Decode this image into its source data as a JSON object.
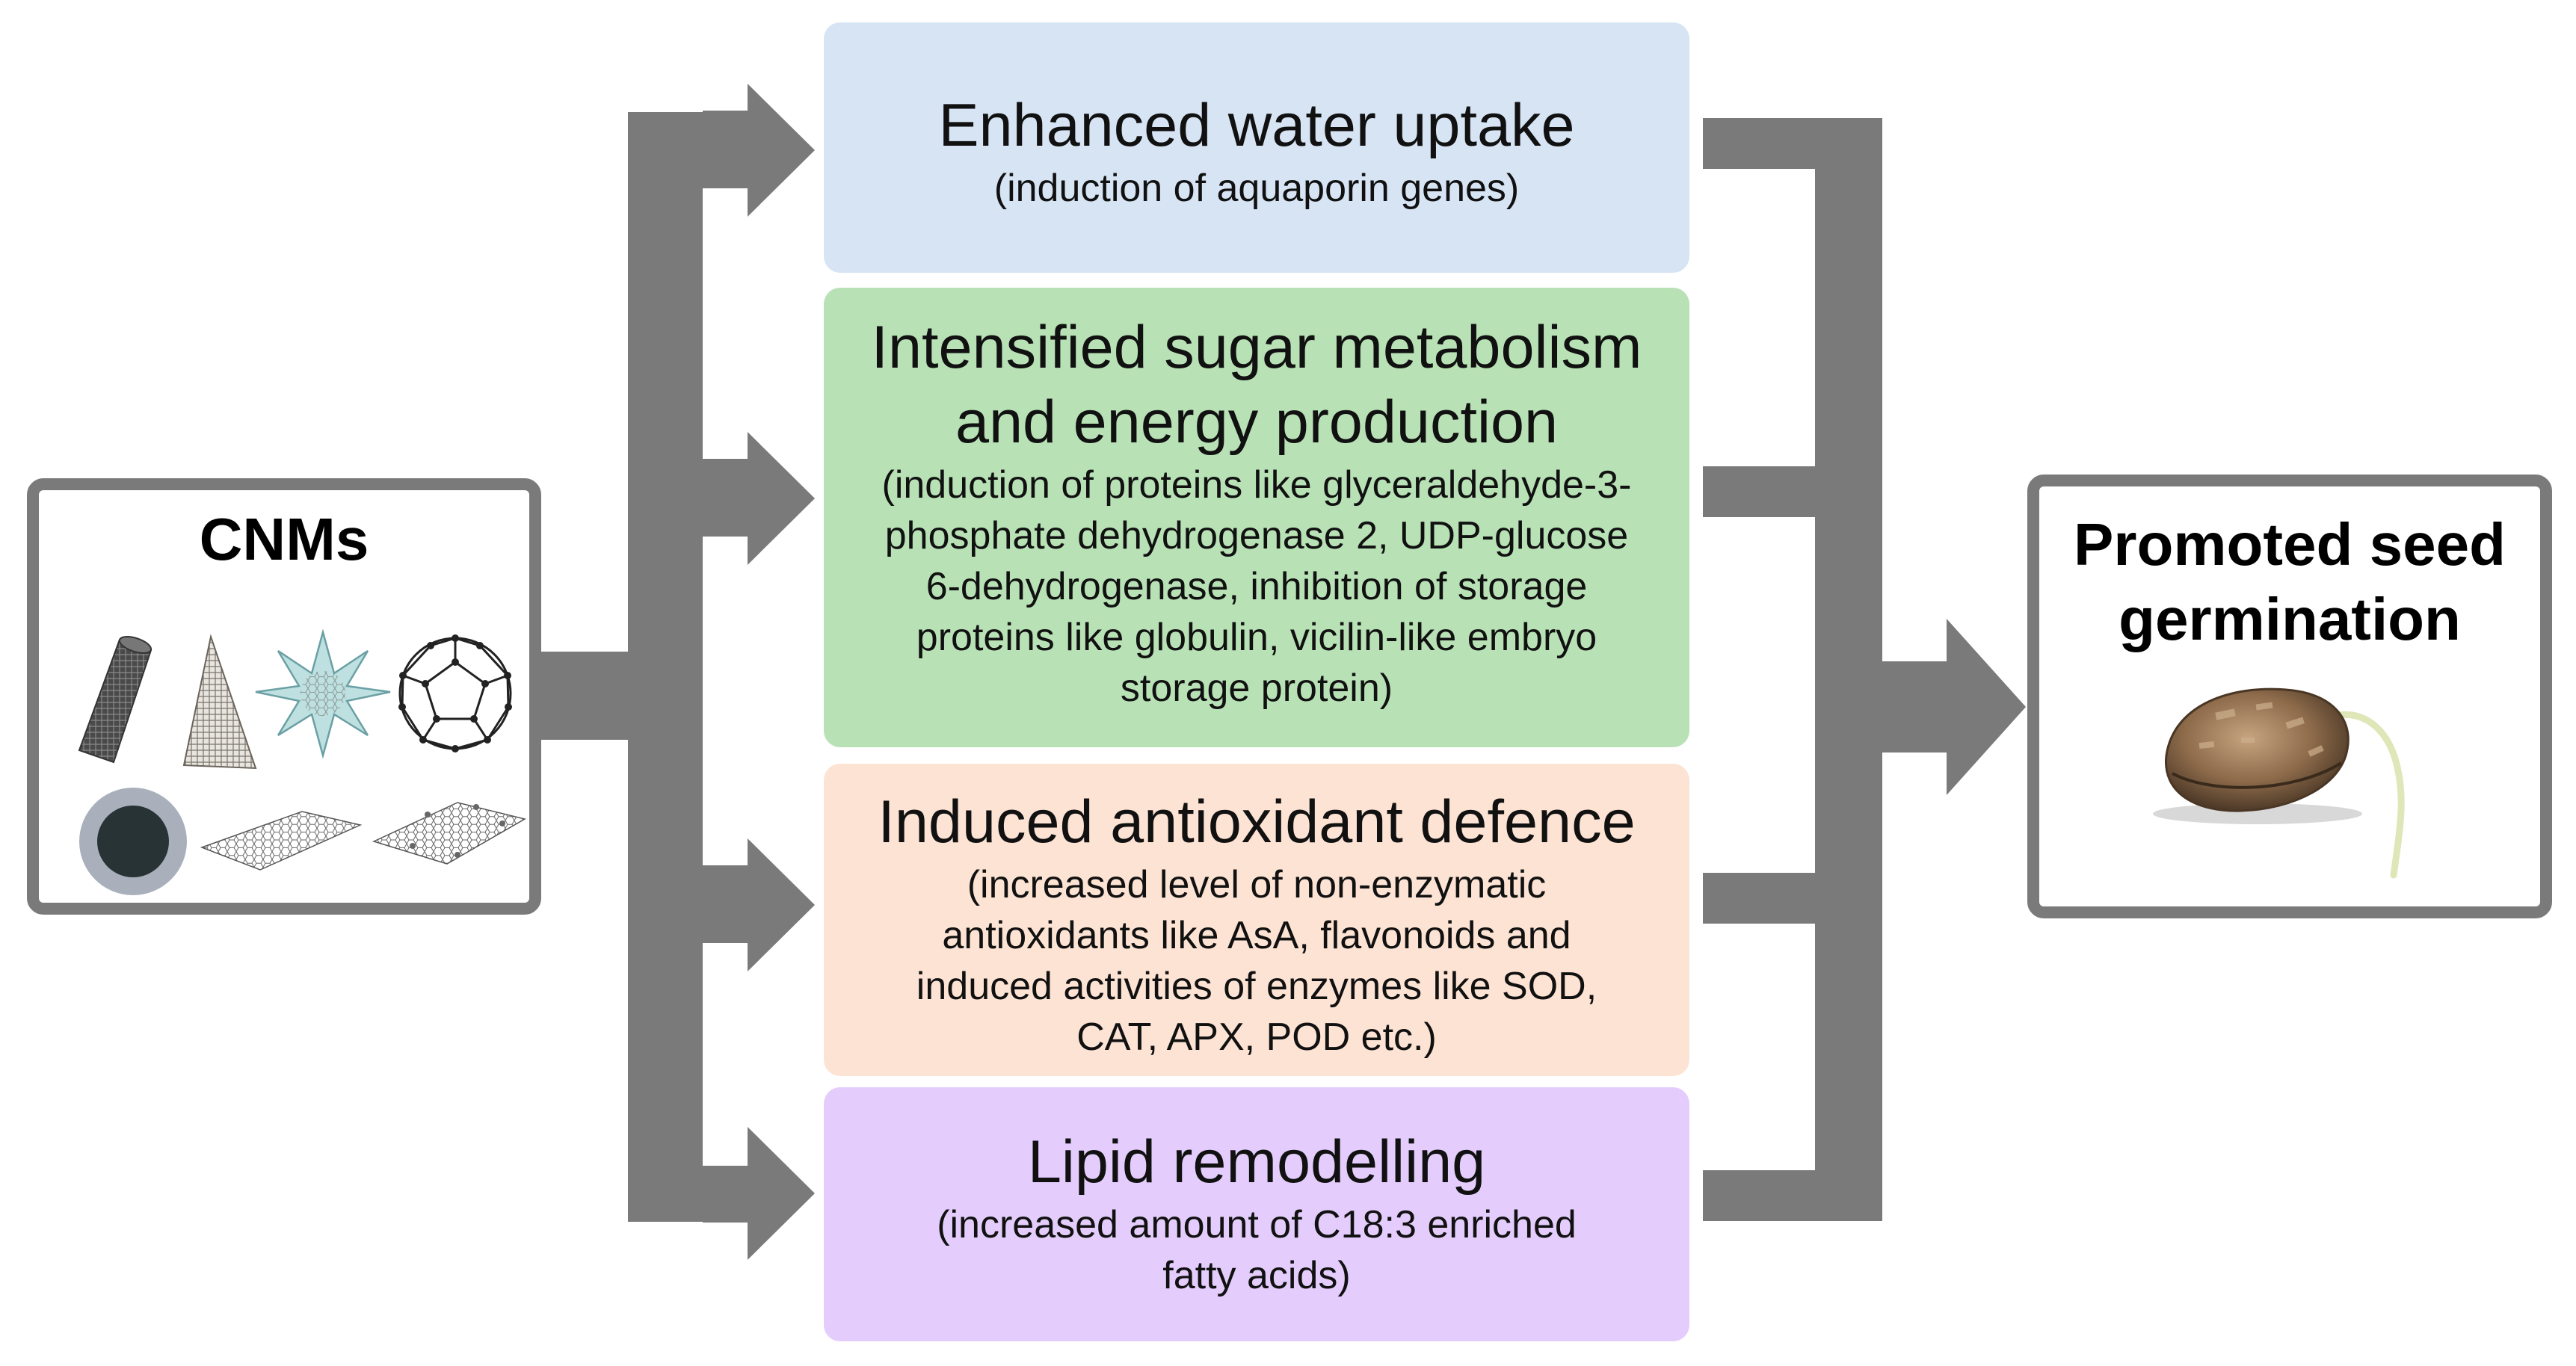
{
  "source": {
    "title": "CNMs"
  },
  "effects": [
    {
      "title": "Enhanced water uptake",
      "detail": "(induction of aquaporin genes)",
      "color": "#d6e4f4"
    },
    {
      "title_line1": "Intensified sugar metabolism",
      "title_line2": "and energy production",
      "detail_lines": [
        "(induction of proteins like glyceraldehyde-3-",
        "phosphate dehydrogenase 2, UDP-glucose",
        "6-dehydrogenase, inhibition of storage",
        "proteins like globulin, vicilin-like embryo",
        "storage protein)"
      ],
      "color": "#b8e2b6"
    },
    {
      "title": "Induced antioxidant defence",
      "detail_lines": [
        "(increased level of non-enzymatic",
        "antioxidants like AsA, flavonoids and",
        "induced activities of enzymes like SOD,",
        "CAT, APX, POD etc.)"
      ],
      "color": "#fde3d4"
    },
    {
      "title": "Lipid remodelling",
      "detail_lines": [
        "(increased amount of C18:3 enriched",
        "fatty acids)"
      ],
      "color": "#e4cdfc"
    }
  ],
  "result": {
    "title_line1": "Promoted seed",
    "title_line2": "germination"
  },
  "icons": [
    "nanotube-icon",
    "nanocone-icon",
    "nanostar-icon",
    "fullerene-icon",
    "carbon-dot-icon",
    "graphene-sheet-icon",
    "graphene-oxide-icon",
    "seed-icon"
  ],
  "arrow_color": "#7a7a7a"
}
